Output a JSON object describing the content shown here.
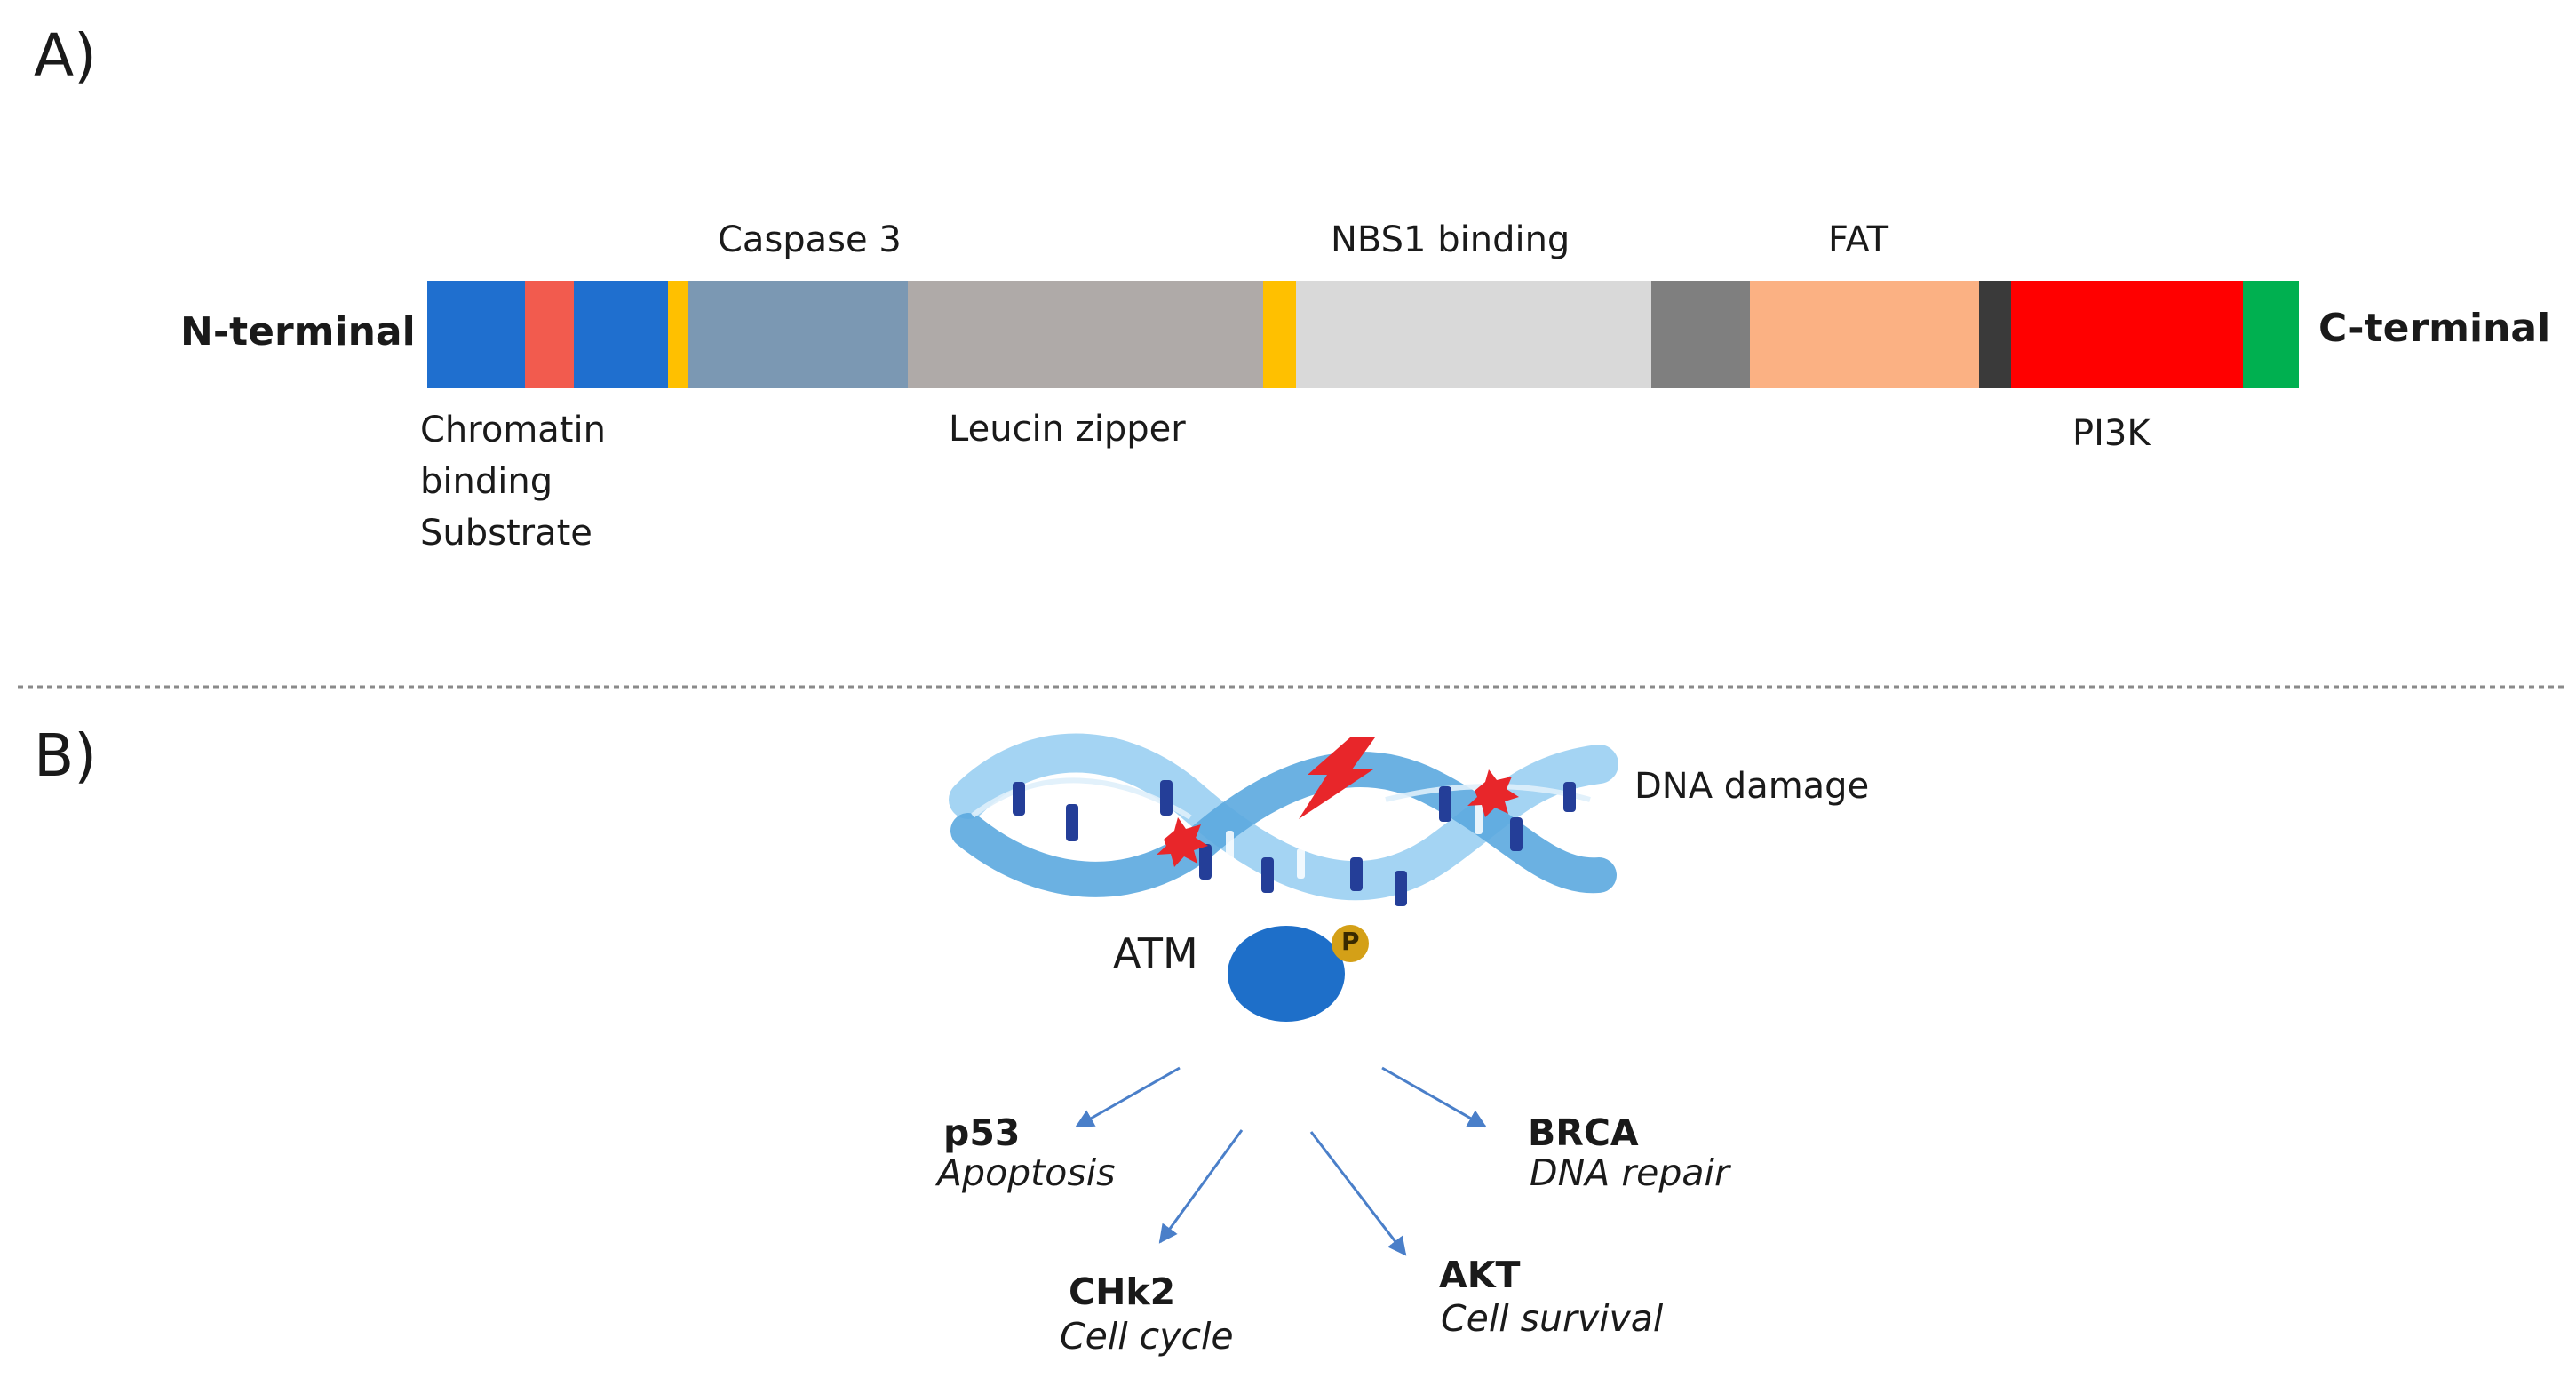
{
  "panel_a": {
    "label": "A)",
    "n_terminal": "N-terminal",
    "c_terminal": "C-terminal",
    "segments": [
      {
        "name": "chromatin-binding-1",
        "color": "#1f6fcf"
      },
      {
        "name": "red-small",
        "color": "#f25b4e"
      },
      {
        "name": "chromatin-binding-2",
        "color": "#1f6fcf"
      },
      {
        "name": "yellow-1",
        "color": "#ffc000"
      },
      {
        "name": "caspase-3",
        "color": "#7b98b3"
      },
      {
        "name": "leucin-zipper",
        "color": "#afaaa8"
      },
      {
        "name": "yellow-2",
        "color": "#ffc000"
      },
      {
        "name": "nbs1-binding",
        "color": "#d9d9d9"
      },
      {
        "name": "dark-gray",
        "color": "#7f7f7f"
      },
      {
        "name": "fat",
        "color": "#fbb183"
      },
      {
        "name": "charcoal",
        "color": "#3a3a3a"
      },
      {
        "name": "pi3k",
        "color": "#ff0000"
      },
      {
        "name": "fatc",
        "color": "#00b050"
      }
    ],
    "labels": {
      "caspase": "Caspase 3",
      "nbs1": "NBS1 binding",
      "fat": "FAT",
      "chromatin_lines": [
        "Chromatin",
        "binding",
        "Substrate"
      ],
      "leucin": "Leucin zipper",
      "pi3k": "PI3K"
    }
  },
  "panel_b": {
    "label": "B)",
    "dna_damage": "DNA damage",
    "atm": "ATM",
    "phospho": "P",
    "targets": {
      "p53": {
        "name": "p53",
        "function": "Apoptosis"
      },
      "chk2": {
        "name": "CHk2",
        "function": "Cell cycle"
      },
      "akt": {
        "name": "AKT",
        "function": "Cell survival"
      },
      "brca": {
        "name": "BRCA",
        "function": "DNA repair"
      }
    }
  },
  "colors": {
    "dna_light": "#9fd2f2",
    "dna_mid": "#5ba8df",
    "dna_base": "#243e98",
    "damage": "#e8262a",
    "atm": "#1e6fc9",
    "phospho": "#d4a017",
    "arrow": "#4a7fc9",
    "divider": "#8a8a8a"
  }
}
